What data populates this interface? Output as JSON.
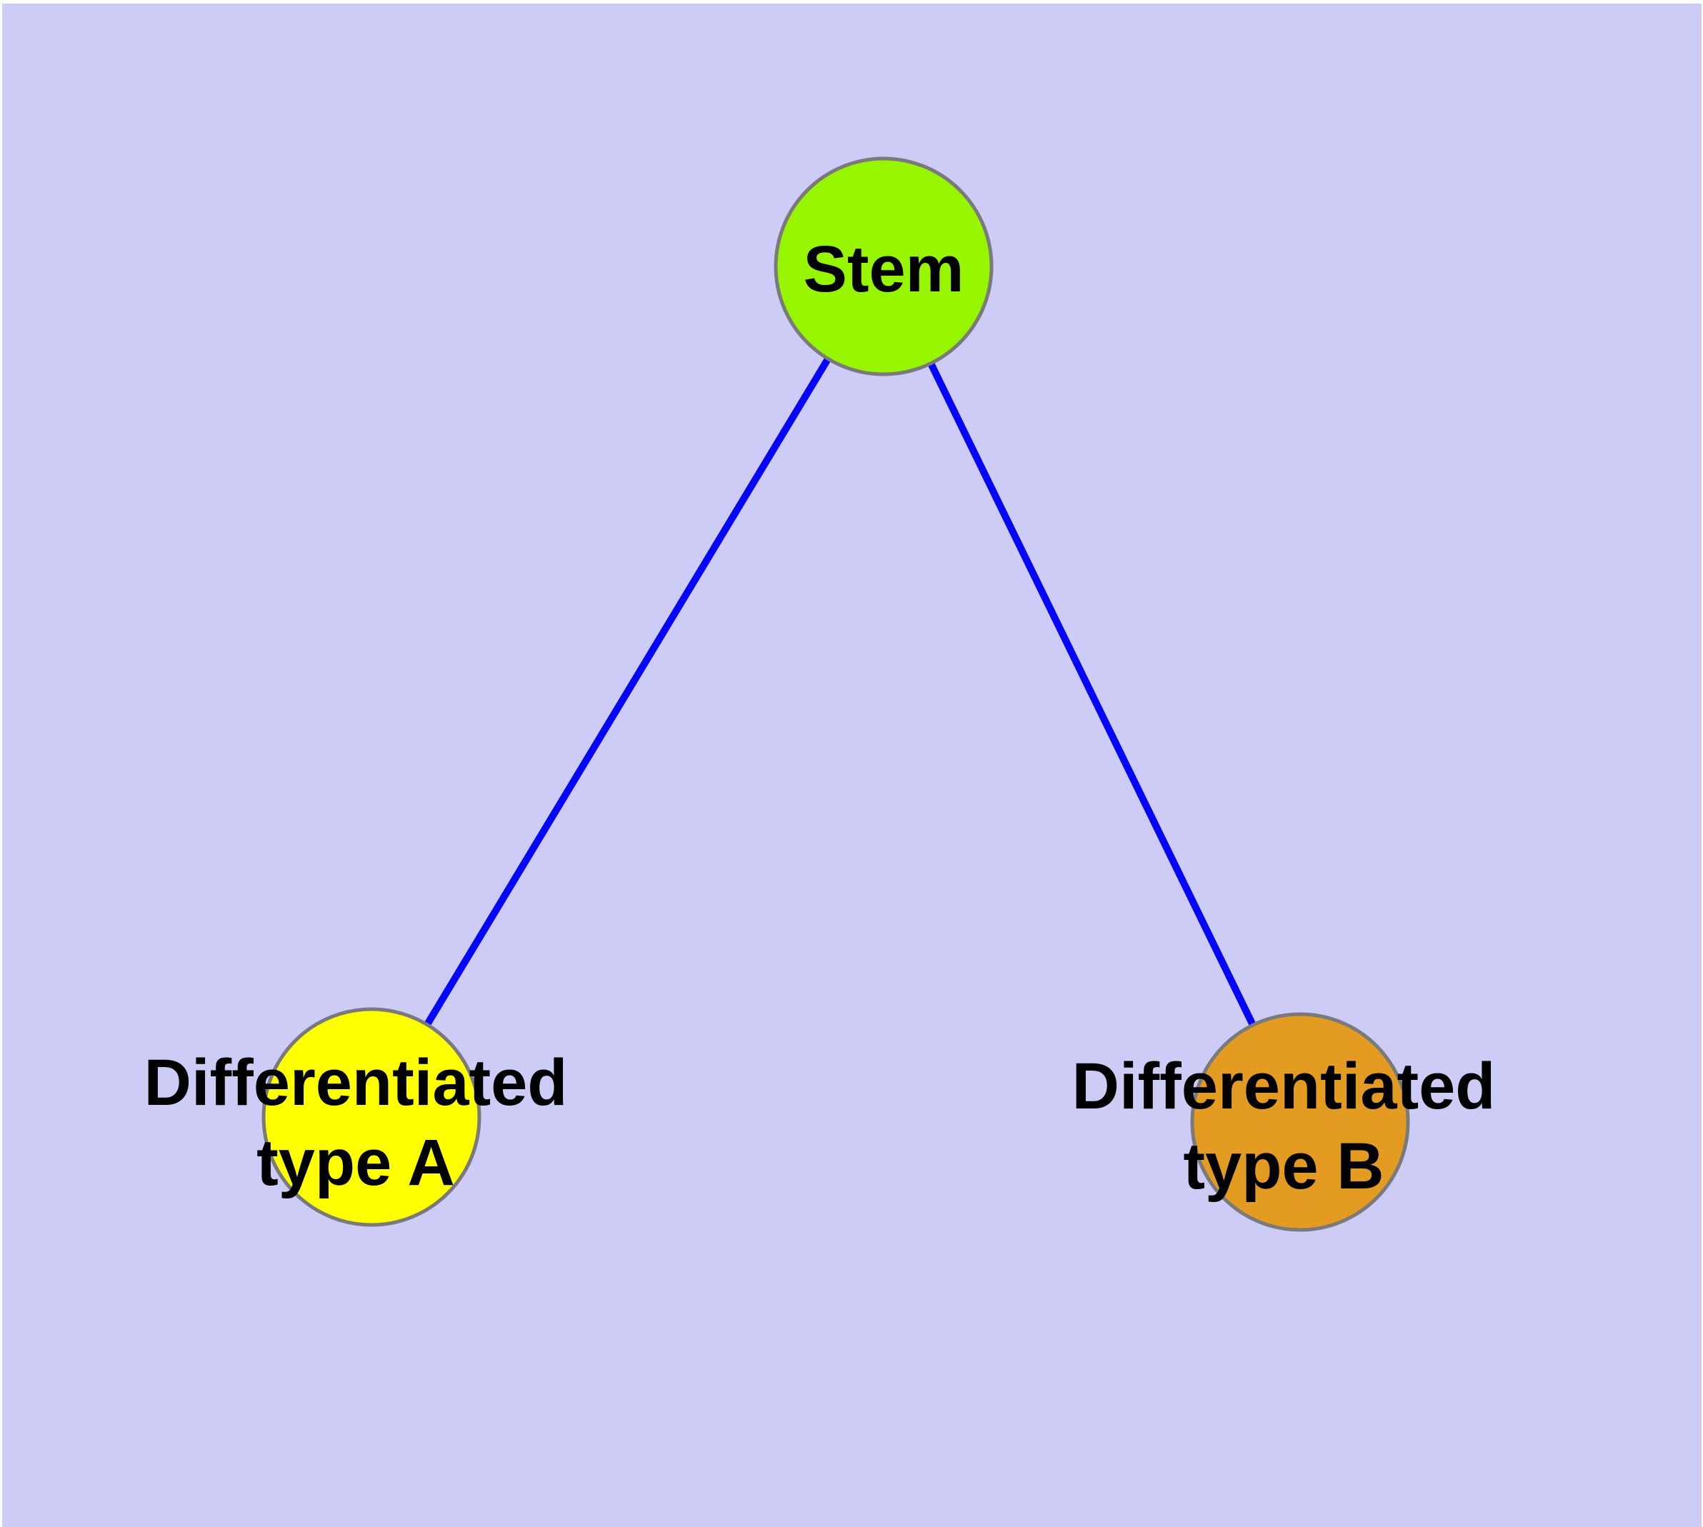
{
  "diagram": {
    "kind": "node-link tree diagram",
    "background_color": "#ccccf6",
    "page_margin_color": "#ffffff",
    "edge_color": "#0505fa",
    "node_border_color": "#7a7a7a",
    "label_color": "#000000",
    "nodes": [
      {
        "id": "stem",
        "label": "Stem",
        "color": "#98f500"
      },
      {
        "id": "differentiated-type-a",
        "label_line1": "Differentiated",
        "label_line2": "type A",
        "color": "#ffff00"
      },
      {
        "id": "differentiated-type-b",
        "label_line1": "Differentiated",
        "label_line2": "type B",
        "color": "#e49b21"
      }
    ],
    "edges": [
      {
        "from": "Stem",
        "to": "Differentiated type A"
      },
      {
        "from": "Stem",
        "to": "Differentiated type B"
      }
    ]
  }
}
